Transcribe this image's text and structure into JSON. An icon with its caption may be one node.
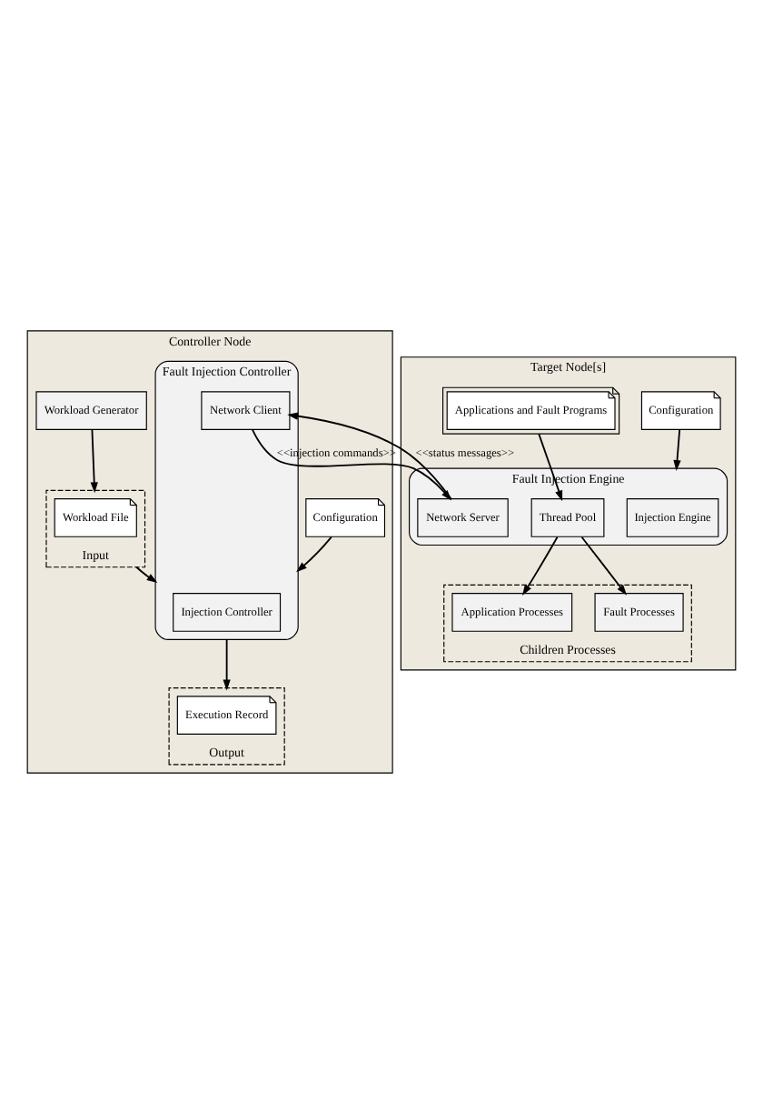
{
  "diagram": {
    "nodes": [
      {
        "text": [
          "Controller Node"
        ]
      },
      {
        "text": [
          "Configuration"
        ],
        "in": 0
      },
      {
        "text": [
          "Fault Injection Controller"
        ],
        "in": 0
      },
      {
        "text": [
          "Injection Controller"
        ],
        "in": 2
      },
      {
        "text": [
          "Network Client"
        ],
        "in": 2
      },
      {
        "text": [
          "Workload Generator"
        ],
        "in": 0
      },
      {
        "text": [
          "Input"
        ],
        "in": 0
      },
      {
        "text": [
          "Workload File"
        ],
        "in": 6
      },
      {
        "text": [
          "Output"
        ],
        "in": 0
      },
      {
        "text": [
          "Execution Record"
        ],
        "in": 8
      },
      {
        "text": [
          "Target Node[s]"
        ]
      },
      {
        "text": [
          "Configuration"
        ],
        "in": 10
      },
      {
        "text": [
          "Fault Injection Engine"
        ],
        "in": 10
      },
      {
        "text": [
          "Injection Engine"
        ],
        "in": 12
      },
      {
        "text": [
          "Network Server"
        ],
        "in": 12
      },
      {
        "text": [
          "Applications and Fault Programs"
        ],
        "in": 10
      },
      {
        "text": [
          "Thread Pool"
        ],
        "in": 12
      },
      {
        "text": [
          "Children Processes"
        ],
        "in": 10
      },
      {
        "text": [
          "Application Processes"
        ],
        "in": 17
      },
      {
        "text": [
          "Fault Processes"
        ],
        "in": 17
      }
    ],
    "edges": [
      {
        "from": 1,
        "to": 2,
        "arrow": "to"
      },
      {
        "from": 5,
        "to": 6,
        "arrow": "to"
      },
      {
        "from": 6,
        "to": 2,
        "arrow": "to"
      },
      {
        "from": 2,
        "to": 8,
        "arrow": "to"
      },
      {
        "from": 4,
        "to": 14,
        "arrow": "to",
        "label": "<<injection commands>>"
      },
      {
        "from": 14,
        "to": 4,
        "arrow": "to",
        "label": "<<status messages>>"
      },
      {
        "from": 11,
        "to": 12,
        "arrow": "to"
      },
      {
        "from": 15,
        "to": 16,
        "arrow": "to"
      },
      {
        "from": 16,
        "to": 18,
        "arrow": "to"
      },
      {
        "from": 16,
        "to": 19,
        "arrow": "to"
      }
    ]
  }
}
